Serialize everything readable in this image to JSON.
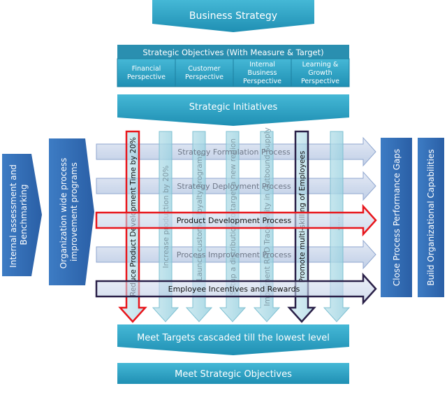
{
  "top": {
    "business_strategy": "Business Strategy",
    "objectives_title": "Strategic Objectives (With Measure & Target)",
    "perspectives": [
      [
        "Financial",
        "Perspective"
      ],
      [
        "Customer",
        "Perspective"
      ],
      [
        "Internal",
        "Business",
        "Perspective"
      ],
      [
        "Learning &",
        "Growth",
        "Perspective"
      ]
    ],
    "strategic_initiatives": "Strategic Initiatives"
  },
  "left": {
    "assessment": [
      "Internal assessment and",
      "Benchmarking"
    ],
    "improvement": [
      "Organization wide process",
      "improvement programs"
    ]
  },
  "processes": [
    {
      "label": "Strategy Formulation Process",
      "highlight": "none"
    },
    {
      "label": "Strategy Deployment Process",
      "highlight": "none"
    },
    {
      "label": "Product Development Process",
      "highlight": "red"
    },
    {
      "label": "Process Improvement Process",
      "highlight": "none"
    },
    {
      "label": "Employee Incentives and Rewards",
      "highlight": "dark"
    }
  ],
  "initiatives": [
    {
      "label": "Reduce Product Development Time by 20%",
      "highlight": "red"
    },
    {
      "label": "Increase production by 20%",
      "highlight": "none"
    },
    {
      "label": "Launch customer loyalty programs",
      "highlight": "none"
    },
    {
      "label": "Setup a distribution to target a new region",
      "highlight": "none"
    },
    {
      "label": "Implement RFID Traceability in Outbound Supply",
      "highlight": "none"
    },
    {
      "label": "Promote multi-skilling of Employees",
      "highlight": "dark"
    },
    {
      "label": "......",
      "highlight": "none"
    }
  ],
  "right": {
    "close_gaps": "Close Process Performance Gaps",
    "build_capabilities": "Build Organizational  Capabilities"
  },
  "bottom": {
    "meet_targets": "Meet Targets cascaded till the lowest level",
    "meet_objectives": "Meet Strategic Objectives"
  },
  "colors": {
    "teal": "#2ea3c4",
    "blue": "#2f6bb5",
    "red": "#e8161c",
    "dark": "#2a2048"
  }
}
